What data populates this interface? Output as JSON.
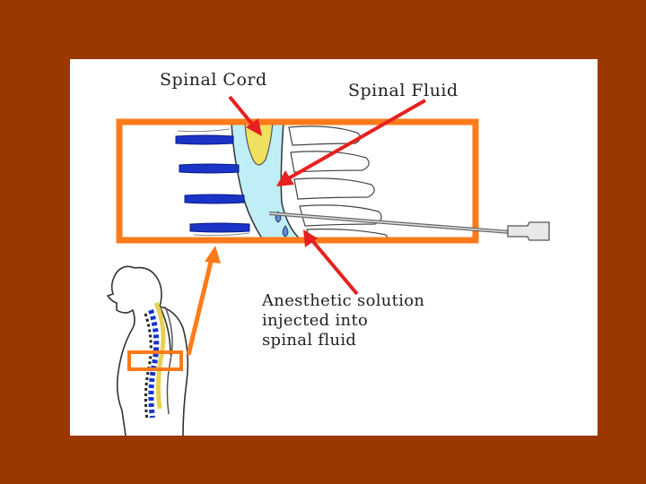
{
  "labels": {
    "spinal_cord": "Spinal Cord",
    "spinal_fluid": "Spinal Fluid",
    "anesthetic": [
      "Anesthetic solution",
      "injected into",
      "spinal fluid"
    ]
  },
  "colors": {
    "background": "#9a3800",
    "panel": "#ffffff",
    "highlight_box": "#ff7a1a",
    "arrow": "#e62020",
    "disc": "#1a34c8",
    "fluid": "#bfeef6",
    "cord": "#f0e060"
  }
}
